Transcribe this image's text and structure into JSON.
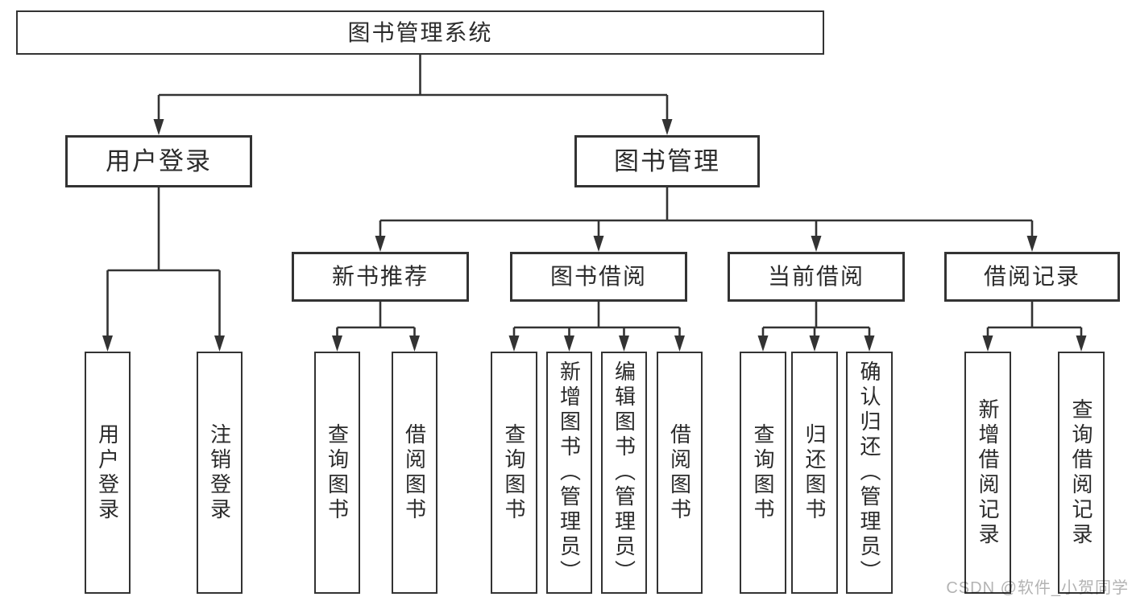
{
  "tree": {
    "root": {
      "label": "图书管理系统"
    },
    "level2": [
      {
        "label": "用户登录",
        "leaves": [
          {
            "label": "用户登录"
          },
          {
            "label": "注销登录"
          }
        ]
      },
      {
        "label": "图书管理",
        "children": [
          {
            "label": "新书推荐",
            "leaves": [
              {
                "label": "查询图书"
              },
              {
                "label": "借阅图书"
              }
            ]
          },
          {
            "label": "图书借阅",
            "leaves": [
              {
                "label": "查询图书"
              },
              {
                "label": "新增图书（管理员）"
              },
              {
                "label": "编辑图书（管理员）"
              },
              {
                "label": "借阅图书"
              }
            ]
          },
          {
            "label": "当前借阅",
            "leaves": [
              {
                "label": "查询图书"
              },
              {
                "label": "归还图书"
              },
              {
                "label": "确认归还（管理员）"
              }
            ]
          },
          {
            "label": "借阅记录",
            "leaves": [
              {
                "label": "新增借阅记录"
              },
              {
                "label": "查询借阅记录"
              }
            ]
          }
        ]
      }
    ]
  },
  "watermark": {
    "text": "CSDN @软件_小贺同学"
  },
  "colors": {
    "line": "#333333",
    "border": "#333333",
    "text": "#2b2b2b",
    "watermark": "#b3b3b3",
    "background": "#ffffff"
  }
}
